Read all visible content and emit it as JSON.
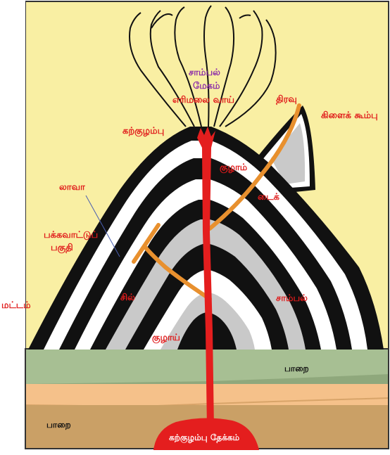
{
  "labels": {
    "ash_cloud_line1": "சாம்பல்",
    "ash_cloud_line2": "மேகம்",
    "vent": "எரிமலை வாய்",
    "magma": "கற்குழம்பு",
    "fluid": "திரவு",
    "branch_cone": "கிளைக் கூம்பு",
    "conduit": "குழாம்",
    "dike": "டைக்",
    "lava": "லாவா",
    "flank_line1": "பக்கவாட்டுப்",
    "flank_line2": "பகுதி",
    "sill": "சில்",
    "ash": "சாம்பல்",
    "layer": "மட்டம்",
    "conduit_bottom": "குழாய்",
    "rock_upper": "பாறை",
    "rock_lower": "பாறை",
    "magma_chamber": "கற்குழம்பு தேக்கம்"
  },
  "colors": {
    "sky": "#f9efa3",
    "rock_green": "#a7bf93",
    "sand": "#f5c18a",
    "sand_dark": "#caa066",
    "magma_red": "#e41e1e",
    "dike_orange": "#e8902e",
    "cone_black": "#111111",
    "cone_white": "#ffffff",
    "cone_gray": "#c9c9c9",
    "label_red": "#e01b1b",
    "label_purple": "#8b2aa8"
  }
}
